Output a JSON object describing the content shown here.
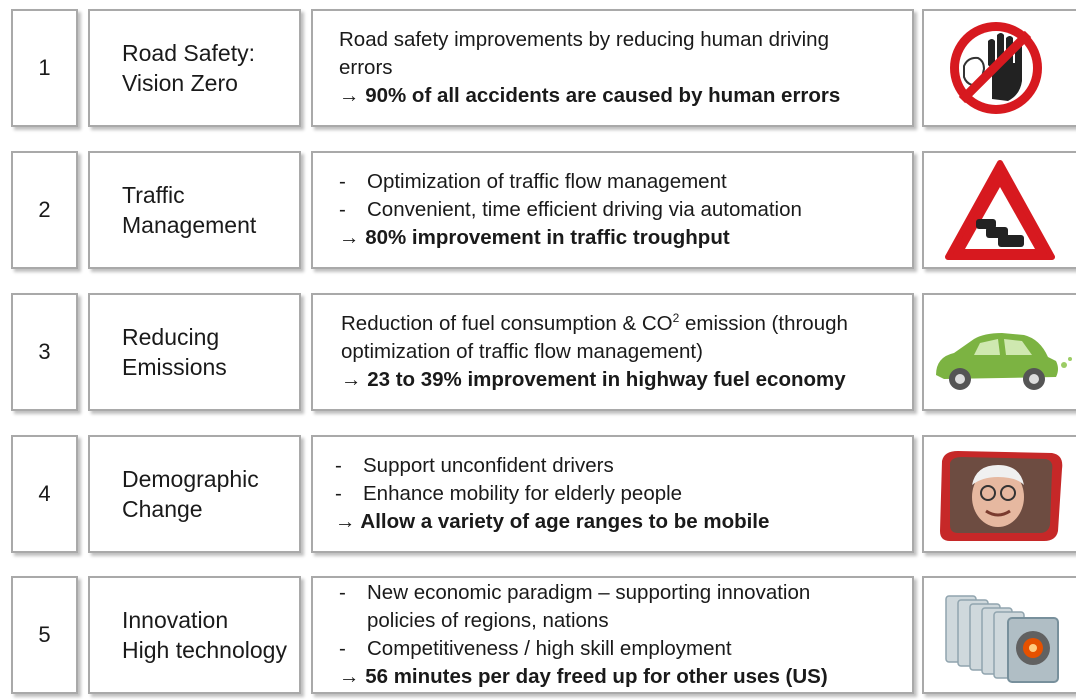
{
  "rows": [
    {
      "number": "1",
      "category": [
        "Road Safety:",
        "Vision Zero"
      ],
      "lines": [
        "Road safety improvements by reducing human driving errors"
      ],
      "highlight": "→ 90% of all accidents are caused by human errors",
      "icon": "stop-hand-sign-icon"
    },
    {
      "number": "2",
      "category": [
        "Traffic",
        "Management"
      ],
      "bullets": [
        "Optimization of traffic flow management",
        "Convenient, time efficient driving via automation"
      ],
      "highlight": "→ 80% improvement in traffic troughput",
      "icon": "traffic-jam-warning-sign-icon"
    },
    {
      "number": "3",
      "category": [
        "Reducing",
        "Emissions"
      ],
      "lines": [
        "Reduction of fuel consumption & CO",
        "2",
        " emission (through",
        "optimization of traffic flow management)"
      ],
      "highlight": "→ 23 to 39% improvement in highway fuel economy",
      "icon": "green-leaf-car-icon"
    },
    {
      "number": "4",
      "category": [
        "Demographic",
        "Change"
      ],
      "bullets": [
        "Support unconfident drivers",
        "Enhance mobility for elderly people"
      ],
      "highlight": "→ Allow a variety of age ranges to be mobile",
      "icon": "elderly-driver-mirror-icon"
    },
    {
      "number": "5",
      "category": [
        "Innovation",
        "High technology"
      ],
      "bullets": [
        "New economic paradigm – supporting innovation policies of regions, nations",
        "Competitiveness / high skill employment"
      ],
      "highlight": "→ 56 minutes per day freed up for other uses (US)",
      "icon": "sensor-chips-icon"
    }
  ],
  "colors": {
    "border": "#a9a9a9",
    "sign_red": "#d7191f",
    "leaf_green": "#7cb342"
  }
}
